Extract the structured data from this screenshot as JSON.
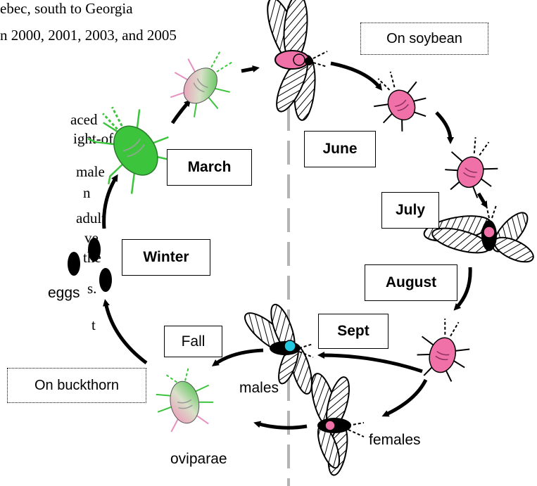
{
  "text_fragments": [
    "ebec, south to Georgia",
    "n 2000, 2001, 2003, and 2005",
    "aced",
    "ight-of-",
    "male",
    "n",
    "adult",
    "ve",
    "the",
    "s.",
    "t"
  ],
  "boxes": {
    "on_soybean": "On soybean",
    "june": "June",
    "march": "March",
    "july": "July",
    "winter": "Winter",
    "august": "August",
    "sept": "Sept",
    "fall": "Fall",
    "on_buckthorn": "On buckthorn"
  },
  "labels": {
    "eggs": "eggs",
    "males": "males",
    "females": "females",
    "oviparae": "oviparae"
  },
  "colors": {
    "green_aphid": "#3cc43c",
    "pink_aphid": "#f070a8",
    "divider": "#b4b4b4",
    "male_thorax": "#22c8e0"
  }
}
